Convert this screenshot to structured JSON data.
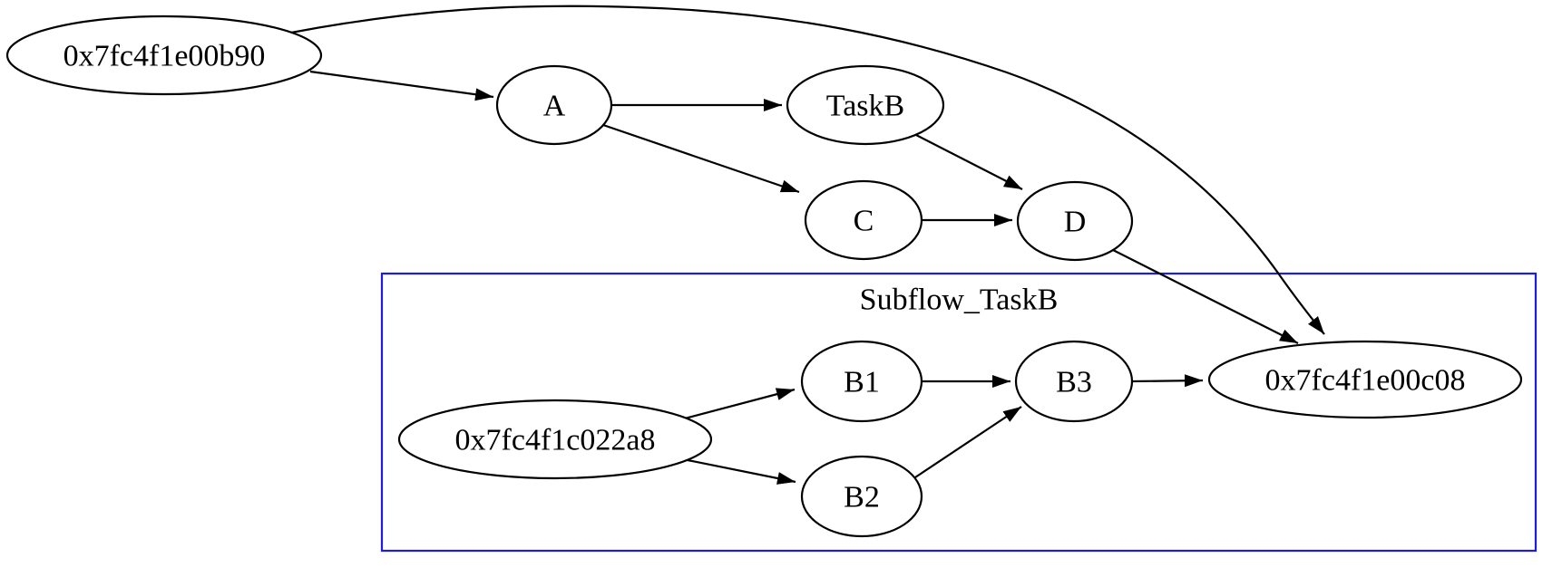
{
  "diagram": {
    "type": "directed-graph",
    "background_color": "#ffffff",
    "node_fill_color": "#ffffff",
    "node_stroke_color": "#000000",
    "edge_color": "#000000",
    "cluster": {
      "label": "Subflow_TaskB",
      "border_color": "#1d1de0"
    },
    "nodes": {
      "b90": {
        "label": "0x7fc4f1e00b90"
      },
      "A": {
        "label": "A"
      },
      "TaskB": {
        "label": "TaskB"
      },
      "C": {
        "label": "C"
      },
      "D": {
        "label": "D"
      },
      "a8": {
        "label": "0x7fc4f1c022a8"
      },
      "B1": {
        "label": "B1"
      },
      "B2": {
        "label": "B2"
      },
      "B3": {
        "label": "B3"
      },
      "c08": {
        "label": "0x7fc4f1e00c08"
      }
    },
    "edges": [
      {
        "from": "0x7fc4f1e00b90",
        "to": "A"
      },
      {
        "from": "0x7fc4f1e00b90",
        "to": "0x7fc4f1e00c08"
      },
      {
        "from": "A",
        "to": "TaskB"
      },
      {
        "from": "A",
        "to": "C"
      },
      {
        "from": "TaskB",
        "to": "D"
      },
      {
        "from": "C",
        "to": "D"
      },
      {
        "from": "D",
        "to": "0x7fc4f1e00c08"
      },
      {
        "from": "0x7fc4f1c022a8",
        "to": "B1"
      },
      {
        "from": "0x7fc4f1c022a8",
        "to": "B2"
      },
      {
        "from": "B1",
        "to": "B3"
      },
      {
        "from": "B2",
        "to": "B3"
      },
      {
        "from": "B3",
        "to": "0x7fc4f1e00c08"
      }
    ]
  }
}
